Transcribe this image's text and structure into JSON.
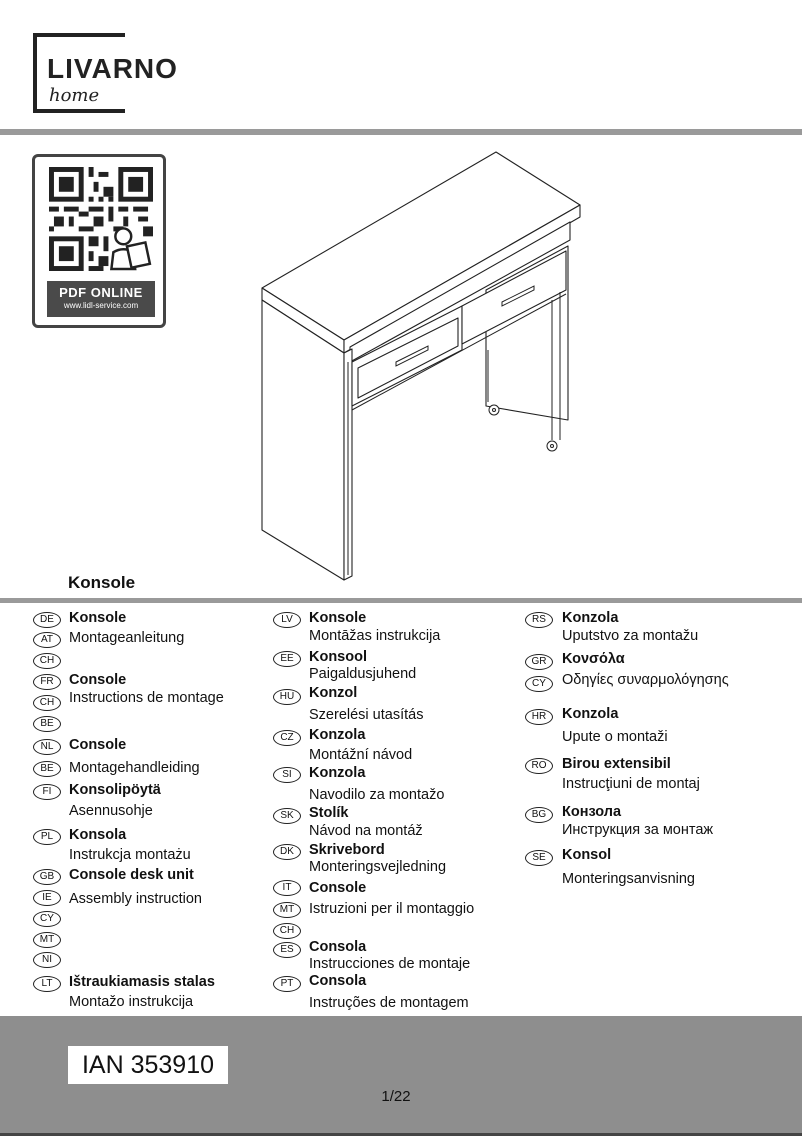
{
  "brand": {
    "name": "LIVARNO",
    "sub": "home"
  },
  "qr": {
    "title": "PDF ONLINE",
    "url": "www.lidl-service.com"
  },
  "product_title": "Konsole",
  "languages_col1": [
    {
      "codes": [
        "DE",
        "AT",
        "CH"
      ],
      "title": "Konsole",
      "subtitle": "Montageanleitung"
    },
    {
      "codes": [
        "FR",
        "CH",
        "BE"
      ],
      "title": "Console",
      "subtitle": "Instructions de montage"
    },
    {
      "codes": [
        "NL",
        "BE"
      ],
      "title": "Console",
      "subtitle": "Montagehandleiding"
    },
    {
      "codes": [
        "FI"
      ],
      "title": "Konsolipöytä",
      "subtitle": "Asennusohje"
    },
    {
      "codes": [
        "PL"
      ],
      "title": "Konsola",
      "subtitle": "Instrukcja montażu"
    },
    {
      "codes": [
        "GB",
        "IE",
        "CY",
        "MT",
        "NI"
      ],
      "title": "Console desk unit",
      "subtitle": "Assembly instruction"
    },
    {
      "codes": [
        "LT"
      ],
      "title": "Ištraukiamasis stalas",
      "subtitle": "Montažo instrukcija"
    }
  ],
  "languages_col2": [
    {
      "codes": [
        "LV"
      ],
      "title": "Konsole",
      "subtitle": "Montāžas instrukcija"
    },
    {
      "codes": [
        "EE"
      ],
      "title": "Konsool",
      "subtitle": "Paigaldusjuhend"
    },
    {
      "codes": [
        "HU"
      ],
      "title": "Konzol",
      "subtitle": "Szerelési utasítás"
    },
    {
      "codes": [
        "CZ"
      ],
      "title": "Konzola",
      "subtitle": "Montážní návod"
    },
    {
      "codes": [
        "SI"
      ],
      "title": "Konzola",
      "subtitle": "Navodilo za montažo"
    },
    {
      "codes": [
        "SK"
      ],
      "title": "Stolík",
      "subtitle": "Návod na montáž"
    },
    {
      "codes": [
        "DK"
      ],
      "title": "Skrivebord",
      "subtitle": "Monteringsvejledning"
    },
    {
      "codes": [
        "IT",
        "MT",
        "CH"
      ],
      "title": "Console",
      "subtitle": "Istruzioni per il montaggio"
    },
    {
      "codes": [
        "ES"
      ],
      "title": "Consola",
      "subtitle": "Instrucciones de montaje"
    },
    {
      "codes": [
        "PT"
      ],
      "title": "Consola",
      "subtitle": "Instruções de montagem"
    }
  ],
  "languages_col3": [
    {
      "codes": [
        "RS"
      ],
      "title": "Konzola",
      "subtitle": "Uputstvo za montažu"
    },
    {
      "codes": [
        "GR",
        "CY"
      ],
      "title": "Κονσόλα",
      "subtitle": "Οδηγίες συναρμολόγησης"
    },
    {
      "codes": [
        "HR"
      ],
      "title": "Konzola",
      "subtitle": "Upute o montaži"
    },
    {
      "codes": [
        "RO"
      ],
      "title": "Birou extensibil",
      "subtitle": "Instrucţiuni de montaj"
    },
    {
      "codes": [
        "BG"
      ],
      "title": "Конзола",
      "subtitle": "Инструкция за монтаж"
    },
    {
      "codes": [
        "SE"
      ],
      "title": "Konsol",
      "subtitle": "Monteringsanvisning"
    }
  ],
  "footer": {
    "ian": "IAN 353910",
    "page": "1/22"
  }
}
